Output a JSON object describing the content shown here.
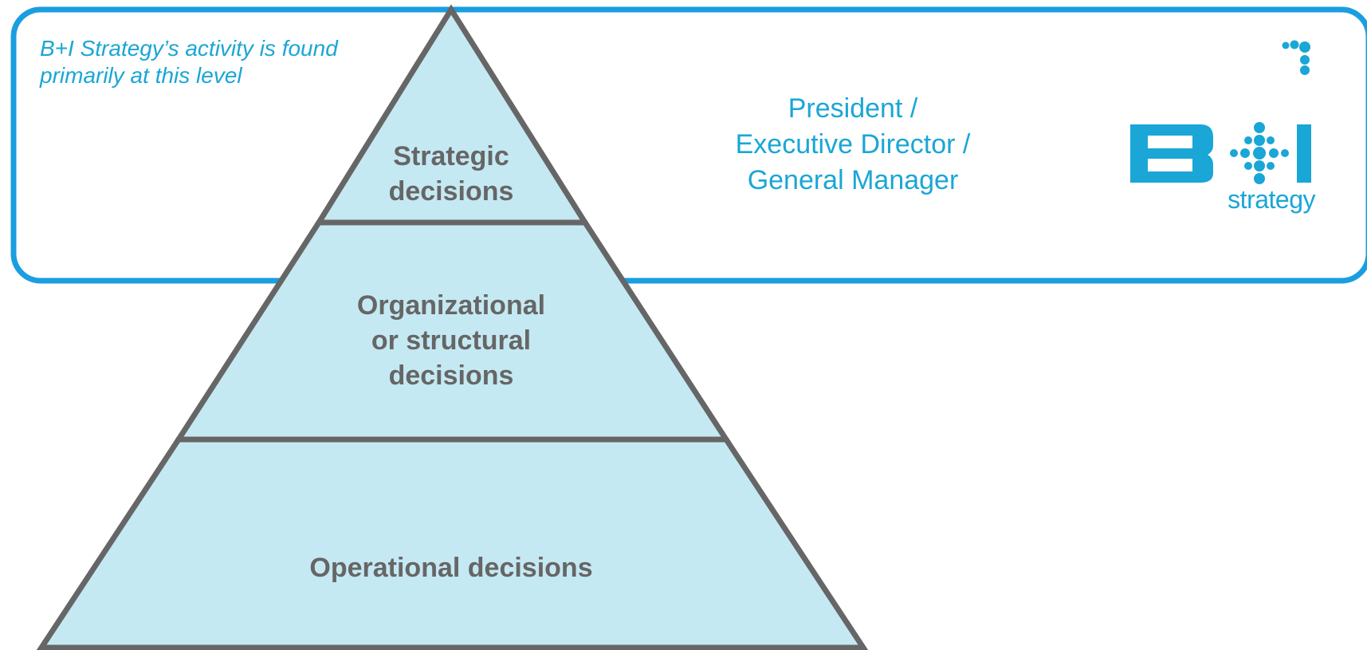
{
  "note": {
    "lines": [
      "B+I Strategy’s activity is found",
      "primarily at this level"
    ]
  },
  "role": {
    "lines": [
      "President /",
      "Executive Director /",
      "General Manager"
    ]
  },
  "pyramid": {
    "tiers": [
      {
        "id": "strategic",
        "lines": [
          "Strategic",
          "decisions"
        ]
      },
      {
        "id": "organizational",
        "lines": [
          "Organizational",
          "or structural",
          "decisions"
        ]
      },
      {
        "id": "operational",
        "lines": [
          "Operational decisions"
        ]
      }
    ]
  },
  "logo": {
    "mark": "B+I",
    "word": "strategy"
  },
  "colors": {
    "accent": "#1aa6d6",
    "box_border": "#1a9ee0",
    "pyramid_fill": "#c5e9f3",
    "pyramid_stroke": "#666666",
    "label_text": "#666666"
  }
}
